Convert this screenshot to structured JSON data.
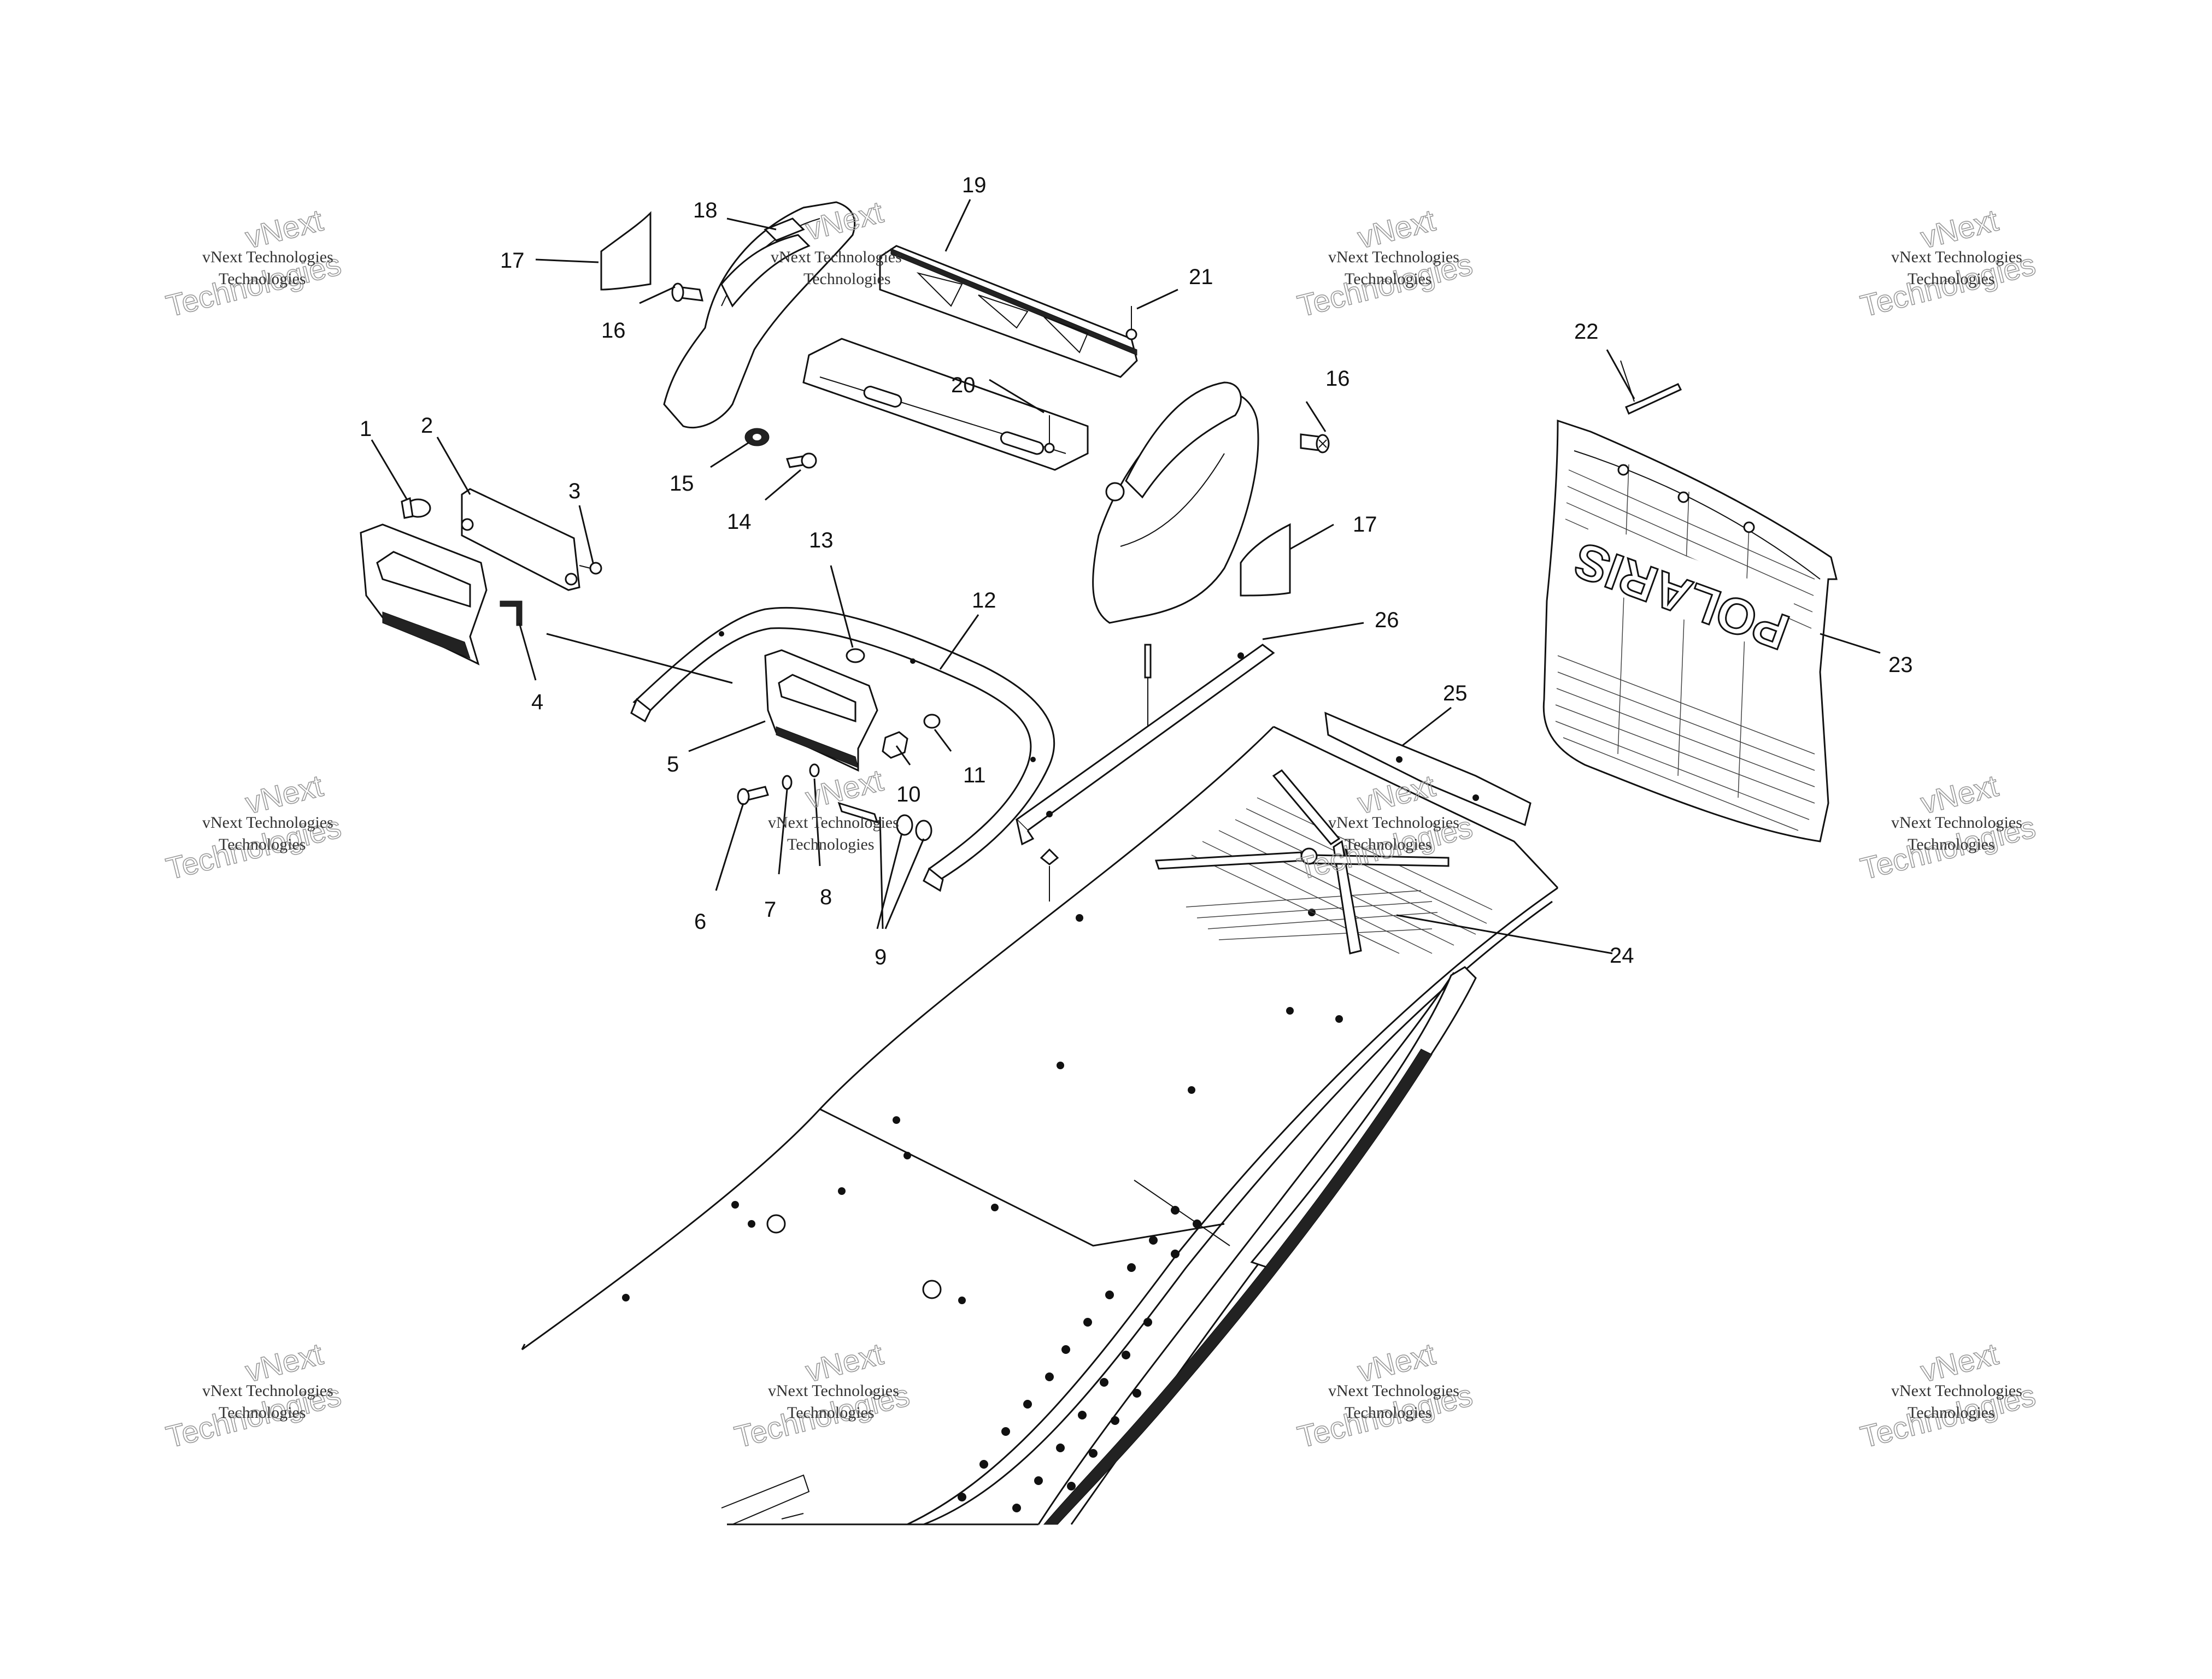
{
  "diagram": {
    "callouts": [
      "1",
      "2",
      "3",
      "4",
      "5",
      "6",
      "7",
      "8",
      "9",
      "10",
      "11",
      "12",
      "13",
      "14",
      "15",
      "16",
      "16",
      "17",
      "17",
      "18",
      "19",
      "20",
      "21",
      "22",
      "23",
      "24",
      "25",
      "26"
    ],
    "part_logo_text": "POLARIS"
  },
  "watermark": {
    "line1": "vNext Technologies",
    "big_a": "vNext",
    "big_b": "Technologies"
  }
}
